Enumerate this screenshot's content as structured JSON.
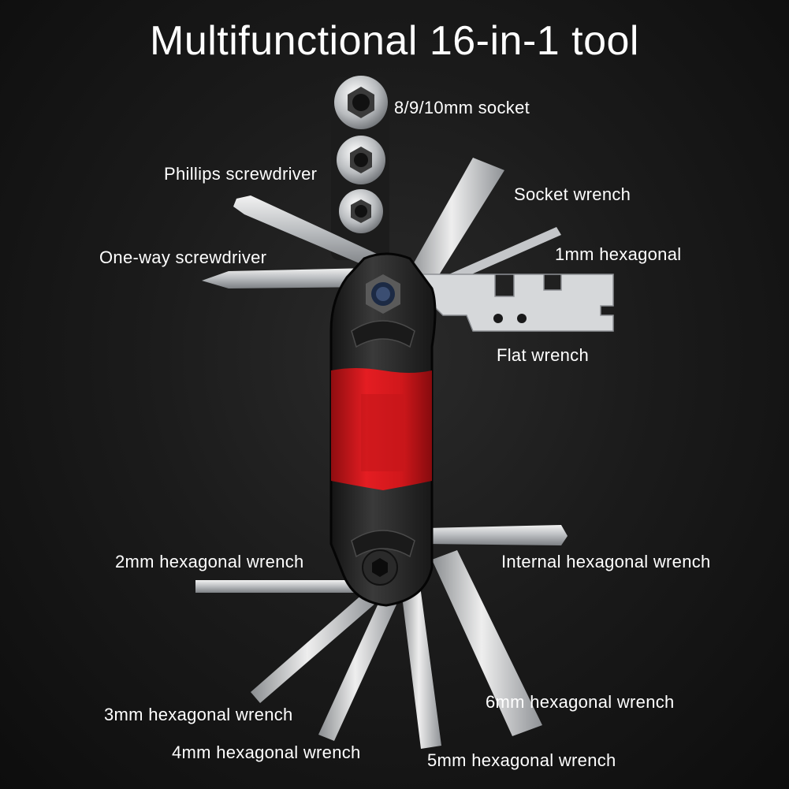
{
  "title": "Multifunctional 16-in-1 tool",
  "labels": {
    "socket": "8/9/10mm socket",
    "phillips": "Phillips screwdriver",
    "socket_wrench": "Socket wrench",
    "one_way": "One-way screwdriver",
    "hex_1mm": "1mm hexagonal",
    "flat_wrench": "Flat wrench",
    "hex_2mm": "2mm hexagonal wrench",
    "internal_hex": "Internal hexagonal wrench",
    "hex_3mm": "3mm hexagonal wrench",
    "hex_6mm": "6mm hexagonal wrench",
    "hex_4mm": "4mm hexagonal wrench",
    "hex_5mm": "5mm hexagonal wrench"
  },
  "colors": {
    "background": "#161616",
    "body": "#2b2b2b",
    "accent": "#d9181c",
    "steel": "#c8cacc"
  }
}
